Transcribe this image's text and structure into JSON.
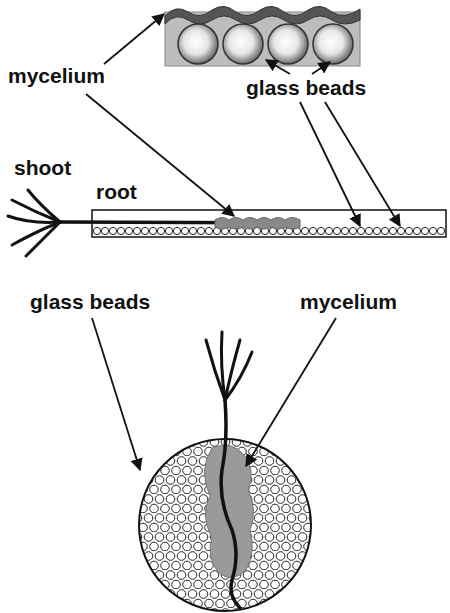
{
  "diagram": {
    "labels": [
      "mycelium",
      "glass beads",
      "shoot",
      "root",
      "glass beads",
      "mycelium"
    ]
  }
}
